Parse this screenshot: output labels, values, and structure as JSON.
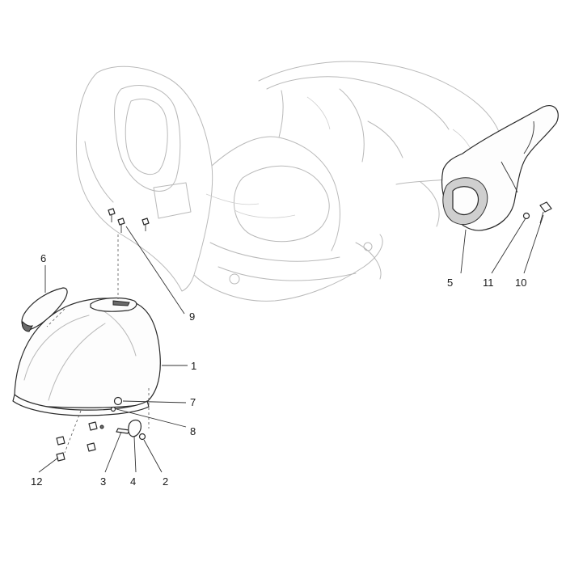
{
  "callouts": [
    {
      "id": "1",
      "text": "1"
    },
    {
      "id": "2",
      "text": "2"
    },
    {
      "id": "3",
      "text": "3"
    },
    {
      "id": "4",
      "text": "4"
    },
    {
      "id": "5",
      "text": "5"
    },
    {
      "id": "6",
      "text": "6"
    },
    {
      "id": "7",
      "text": "7"
    },
    {
      "id": "8",
      "text": "8"
    },
    {
      "id": "9",
      "text": "9"
    },
    {
      "id": "10",
      "text": "10"
    },
    {
      "id": "11",
      "text": "11"
    },
    {
      "id": "12",
      "text": "12"
    }
  ],
  "colors": {
    "line": "#2a2a2a",
    "ghost": "#b9b9b9",
    "background": "#ffffff"
  }
}
